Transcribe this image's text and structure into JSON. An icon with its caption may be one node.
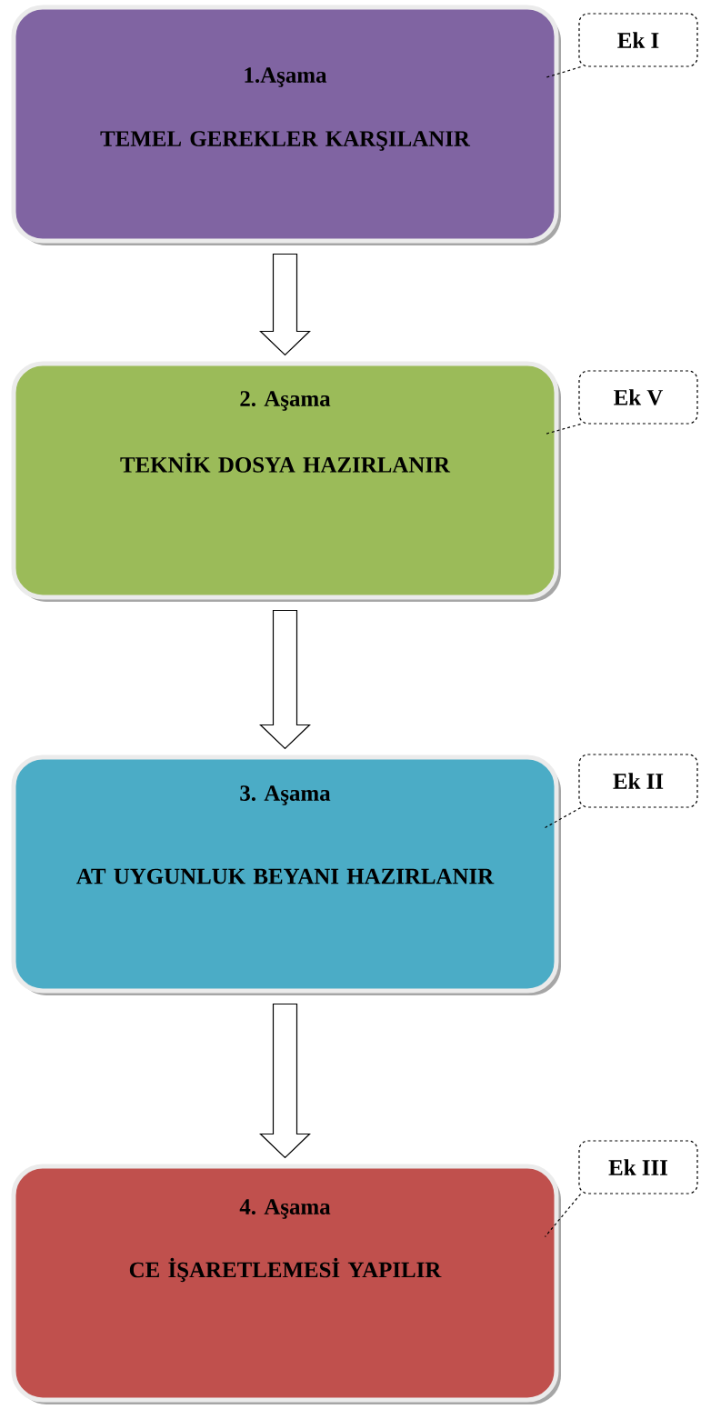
{
  "diagram": {
    "nodes": [
      {
        "text": [
          "1.Aşama",
          "TEMEL GEREKLER KARŞILANIR"
        ]
      },
      {
        "text": [
          "Ek I"
        ]
      },
      {
        "text": [
          "2. Aşama",
          "TEKNİK DOSYA HAZIRLANIR"
        ]
      },
      {
        "text": [
          "Ek V"
        ]
      },
      {
        "text": [
          "3. Aşama",
          "AT UYGUNLUK BEYANI HAZIRLANIR"
        ]
      },
      {
        "text": [
          "Ek II"
        ]
      },
      {
        "text": [
          "4. Aşama",
          "CE İŞARETLEMESİ YAPILIR"
        ]
      },
      {
        "text": [
          "Ek III"
        ]
      }
    ],
    "edges": [
      {
        "from": 0,
        "to": 2,
        "arrow": "to"
      },
      {
        "from": 2,
        "to": 4,
        "arrow": "to"
      },
      {
        "from": 4,
        "to": 6,
        "arrow": "to"
      },
      {
        "from": 1,
        "to": 0,
        "arrow": "none",
        "style": "dashed"
      },
      {
        "from": 3,
        "to": 2,
        "arrow": "none",
        "style": "dashed"
      },
      {
        "from": 5,
        "to": 4,
        "arrow": "none",
        "style": "dashed"
      },
      {
        "from": 7,
        "to": 6,
        "arrow": "none",
        "style": "dashed"
      }
    ]
  }
}
